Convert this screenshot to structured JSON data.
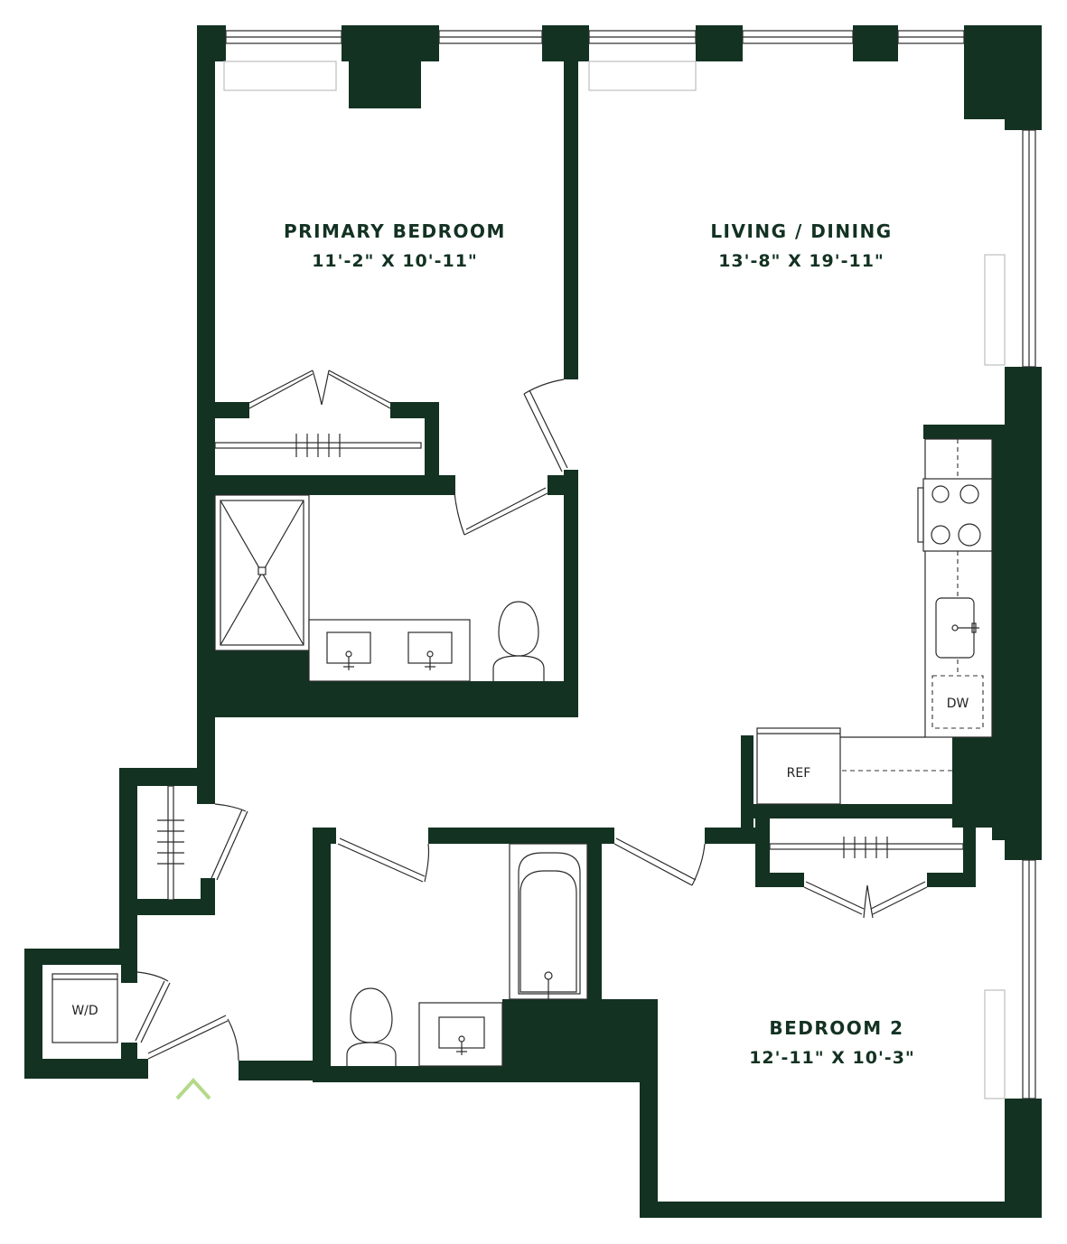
{
  "rooms": {
    "primary_bedroom": {
      "name": "PRIMARY BEDROOM",
      "dims": "11'-2\" X 10'-11\""
    },
    "living_dining": {
      "name": "LIVING / DINING",
      "dims": "13'-8\" X 19'-11\""
    },
    "bedroom_2": {
      "name": "BEDROOM 2",
      "dims": "12'-11\" X 10'-3\""
    }
  },
  "fixtures": {
    "refrigerator": "REF",
    "dishwasher": "DW",
    "washer_dryer": "W/D"
  },
  "colors": {
    "wall": "#133222",
    "text": "#133222",
    "entry_marker": "#b5d98a"
  },
  "icons": {
    "entry": "entry-chevron-icon"
  }
}
